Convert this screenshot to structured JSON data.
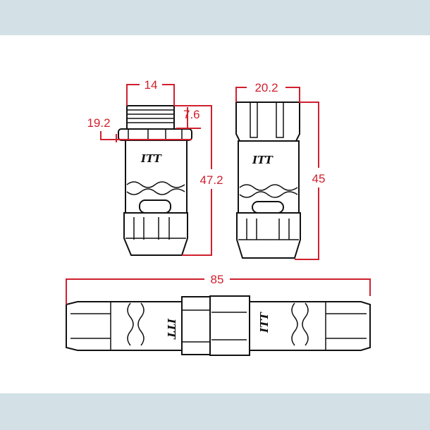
{
  "dimensions": {
    "plug_thread_width": "14",
    "plug_thread_length": "7.6",
    "plug_nut_width": "19.2",
    "plug_length": "47.2",
    "socket_width": "20.2",
    "socket_length": "45",
    "assembled_length": "85"
  },
  "logo": "ITT",
  "colors": {
    "dimension": "#d0202e",
    "band": "#d3e1e6",
    "outline": "#111111"
  }
}
